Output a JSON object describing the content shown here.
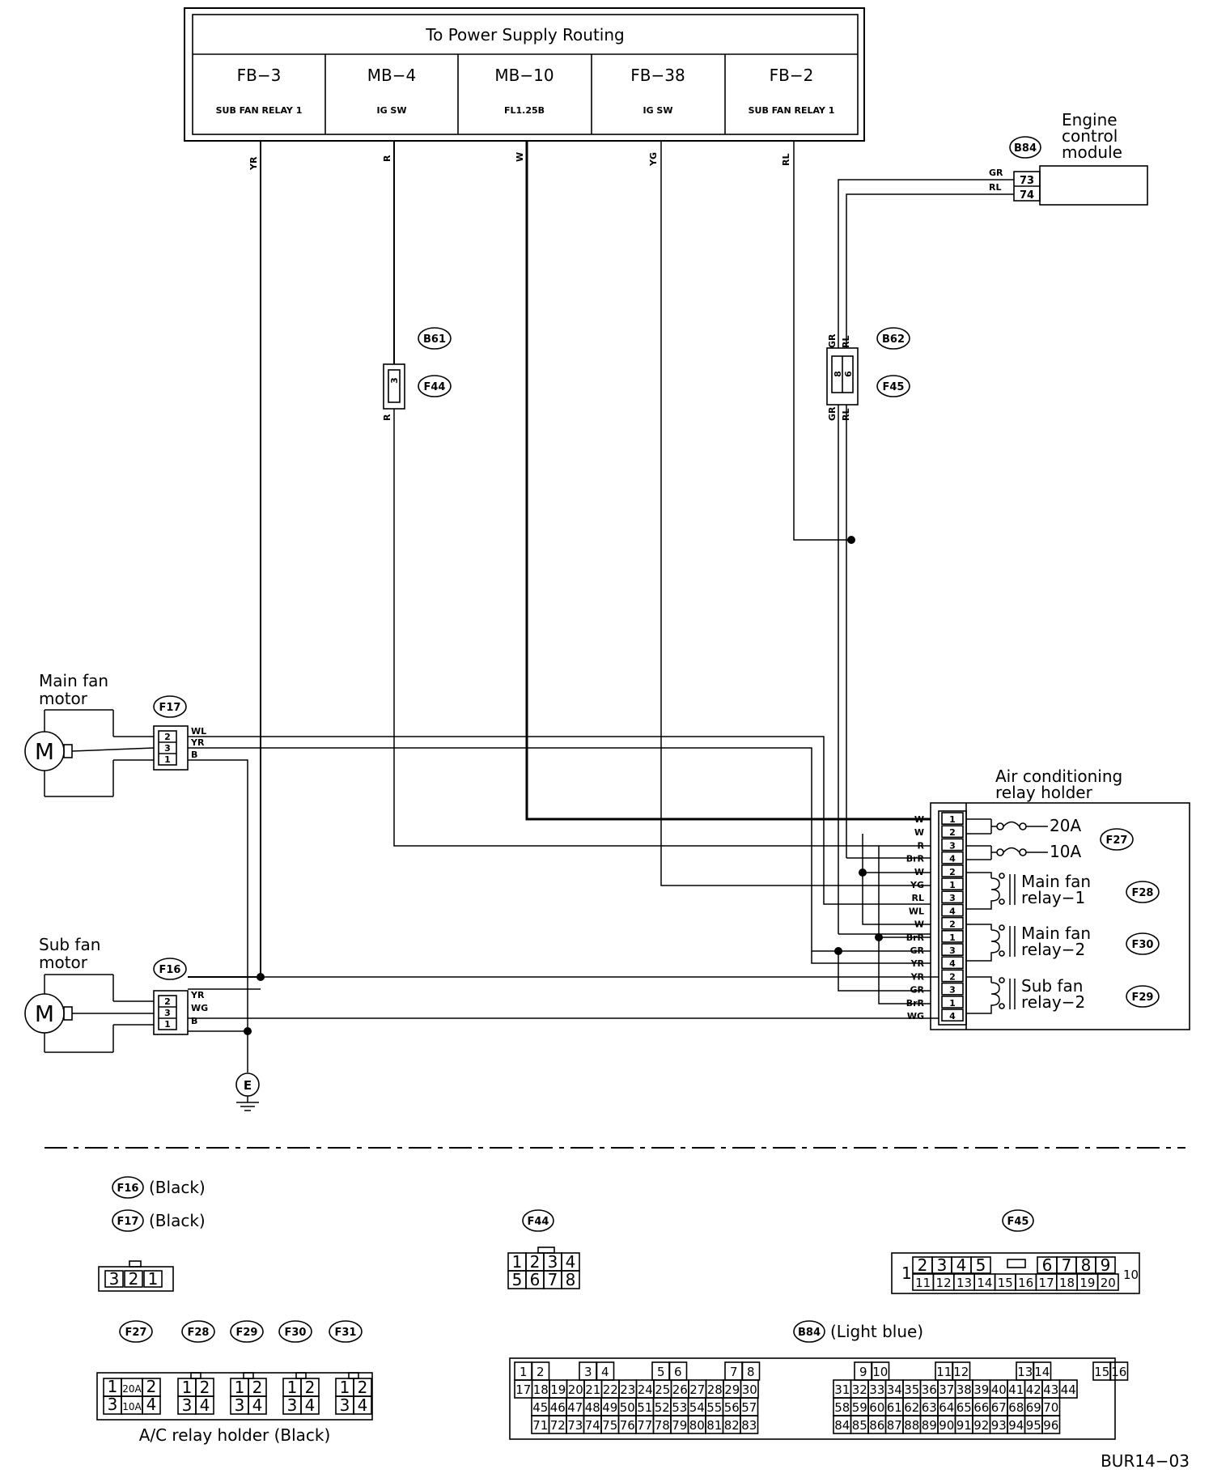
{
  "power_supply": {
    "title": "To Power Supply Routing",
    "columns": [
      {
        "code": "FB−3",
        "desc": "SUB FAN RELAY 1",
        "wire": "YR"
      },
      {
        "code": "MB−4",
        "desc": "IG SW",
        "wire": "R"
      },
      {
        "code": "MB−10",
        "desc": "FL1.25B",
        "wire": "W"
      },
      {
        "code": "FB−38",
        "desc": "IG SW",
        "wire": "YG"
      },
      {
        "code": "FB−2",
        "desc": "SUB FAN RELAY 1",
        "wire": "RL"
      }
    ]
  },
  "ecm": {
    "label_line1": "Engine",
    "label_line2": "control",
    "label_line3": "module",
    "connector": "B84",
    "pins": [
      "73",
      "74"
    ],
    "wires": [
      "GR",
      "RL"
    ]
  },
  "joint_b61": {
    "connector": "B61",
    "mate": "F44",
    "pin": "3",
    "wire_top": "R",
    "wire_bottom": "R"
  },
  "joint_b62": {
    "connector": "B62",
    "mate": "F45",
    "pins": [
      "8",
      "6"
    ],
    "wires_top": [
      "GR",
      "RL"
    ],
    "wires_bottom": [
      "GR",
      "RL"
    ]
  },
  "main_fan": {
    "label_line1": "Main fan",
    "label_line2": "motor",
    "connector": "F17",
    "pins": [
      "2",
      "3",
      "1"
    ],
    "wires": [
      "WL",
      "YR",
      "B"
    ]
  },
  "sub_fan": {
    "label_line1": "Sub fan",
    "label_line2": "motor",
    "connector": "F16",
    "pins": [
      "2",
      "3",
      "1"
    ],
    "wires": [
      "YR",
      "WG",
      "B"
    ]
  },
  "ground": {
    "label": "E"
  },
  "relay_holder": {
    "label_line1": "Air conditioning",
    "label_line2": "relay holder",
    "pins": [
      "1",
      "2",
      "3",
      "4",
      "2",
      "1",
      "3",
      "4",
      "2",
      "1",
      "3",
      "4",
      "2",
      "3",
      "1",
      "4"
    ],
    "wires": [
      "W",
      "W",
      "R",
      "BrR",
      "W",
      "YG",
      "RL",
      "WL",
      "W",
      "BrR",
      "GR",
      "YR",
      "YR",
      "GR",
      "BrR",
      "WG"
    ],
    "fuse1": "20A",
    "fuse2": "10A",
    "fuse_connector": "F27",
    "relay1_line1": "Main fan",
    "relay1_line2": "relay−1",
    "relay1_connector": "F28",
    "relay2_line1": "Main fan",
    "relay2_line2": "relay−2",
    "relay2_connector": "F30",
    "relay3_line1": "Sub fan",
    "relay3_line2": "relay−2",
    "relay3_connector": "F29"
  },
  "legend": {
    "f16": {
      "code": "F16",
      "color": "(Black)"
    },
    "f17": {
      "code": "F17",
      "color": "(Black)"
    },
    "f16_pins": [
      "3",
      "2",
      "1"
    ],
    "f44": {
      "code": "F44",
      "pins_top": [
        "1",
        "2",
        "3",
        "4"
      ],
      "pins_bottom": [
        "5",
        "6",
        "7",
        "8"
      ]
    },
    "f45": {
      "code": "F45",
      "pin_left": "1",
      "pins_top_a": [
        "2",
        "3",
        "4",
        "5"
      ],
      "pins_top_b": [
        "6",
        "7",
        "8",
        "9"
      ],
      "pins_bottom": [
        "11",
        "12",
        "13",
        "14",
        "15",
        "16",
        "17",
        "18",
        "19",
        "20"
      ],
      "pin_right": "10"
    },
    "relay_codes": [
      "F27",
      "F28",
      "F29",
      "F30",
      "F31"
    ],
    "relay_holder_caption": "A/C relay holder (Black)",
    "relay_holder_cells": [
      [
        "1",
        "20A",
        "2"
      ],
      [
        "3",
        "10A",
        "4"
      ]
    ],
    "relay_cells": [
      [
        "1",
        "2"
      ],
      [
        "3",
        "4"
      ]
    ],
    "b84": {
      "code": "B84",
      "color": "(Light blue)"
    },
    "b84_rows": [
      [
        "1",
        "2",
        "3",
        "4",
        "5",
        "6",
        "7",
        "8",
        "9",
        "10",
        "11",
        "12",
        "13",
        "14",
        "15",
        "16"
      ],
      [
        "17",
        "18",
        "19",
        "20",
        "21",
        "22",
        "23",
        "24",
        "25",
        "26",
        "27",
        "28",
        "29",
        "30",
        "31",
        "32",
        "33",
        "34",
        "35",
        "36",
        "37",
        "38",
        "39",
        "40",
        "41",
        "42",
        "43",
        "44"
      ],
      [
        "45",
        "46",
        "47",
        "48",
        "49",
        "50",
        "51",
        "52",
        "53",
        "54",
        "55",
        "56",
        "57",
        "58",
        "59",
        "60",
        "61",
        "62",
        "63",
        "64",
        "65",
        "66",
        "67",
        "68",
        "69",
        "70"
      ],
      [
        "71",
        "72",
        "73",
        "74",
        "75",
        "76",
        "77",
        "78",
        "79",
        "80",
        "81",
        "82",
        "83",
        "84",
        "85",
        "86",
        "87",
        "88",
        "89",
        "90",
        "91",
        "92",
        "93",
        "94",
        "95",
        "96"
      ]
    ]
  },
  "footer_code": "BUR14−03"
}
